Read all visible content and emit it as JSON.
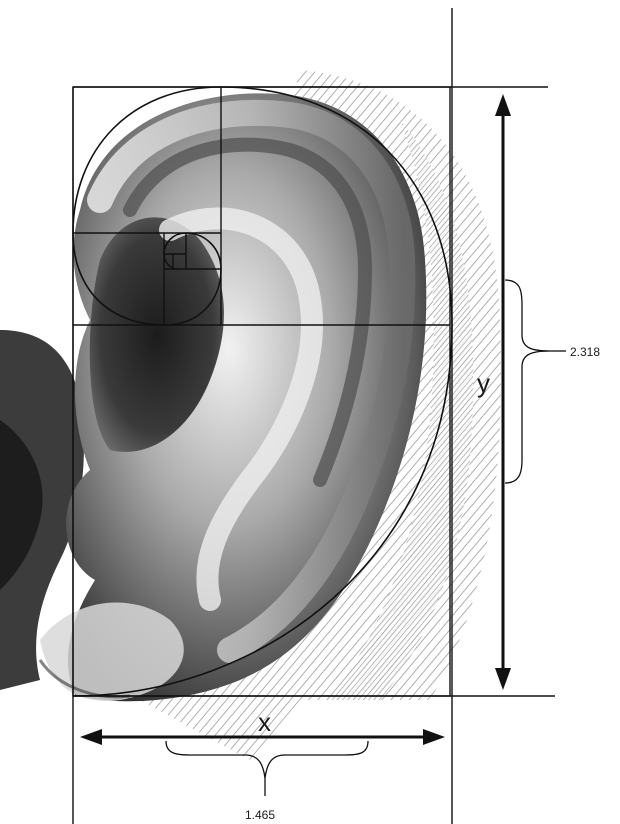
{
  "labels": {
    "height_variable": "y",
    "height_value": "2.318",
    "width_variable": "x",
    "width_value": "1.465"
  },
  "colors": {
    "ink": "#111111",
    "paper": "#ffffff",
    "shade_dark": "#2b2b2b",
    "shade_mid": "#8a8a8a",
    "shade_light": "#e6e6e6"
  }
}
